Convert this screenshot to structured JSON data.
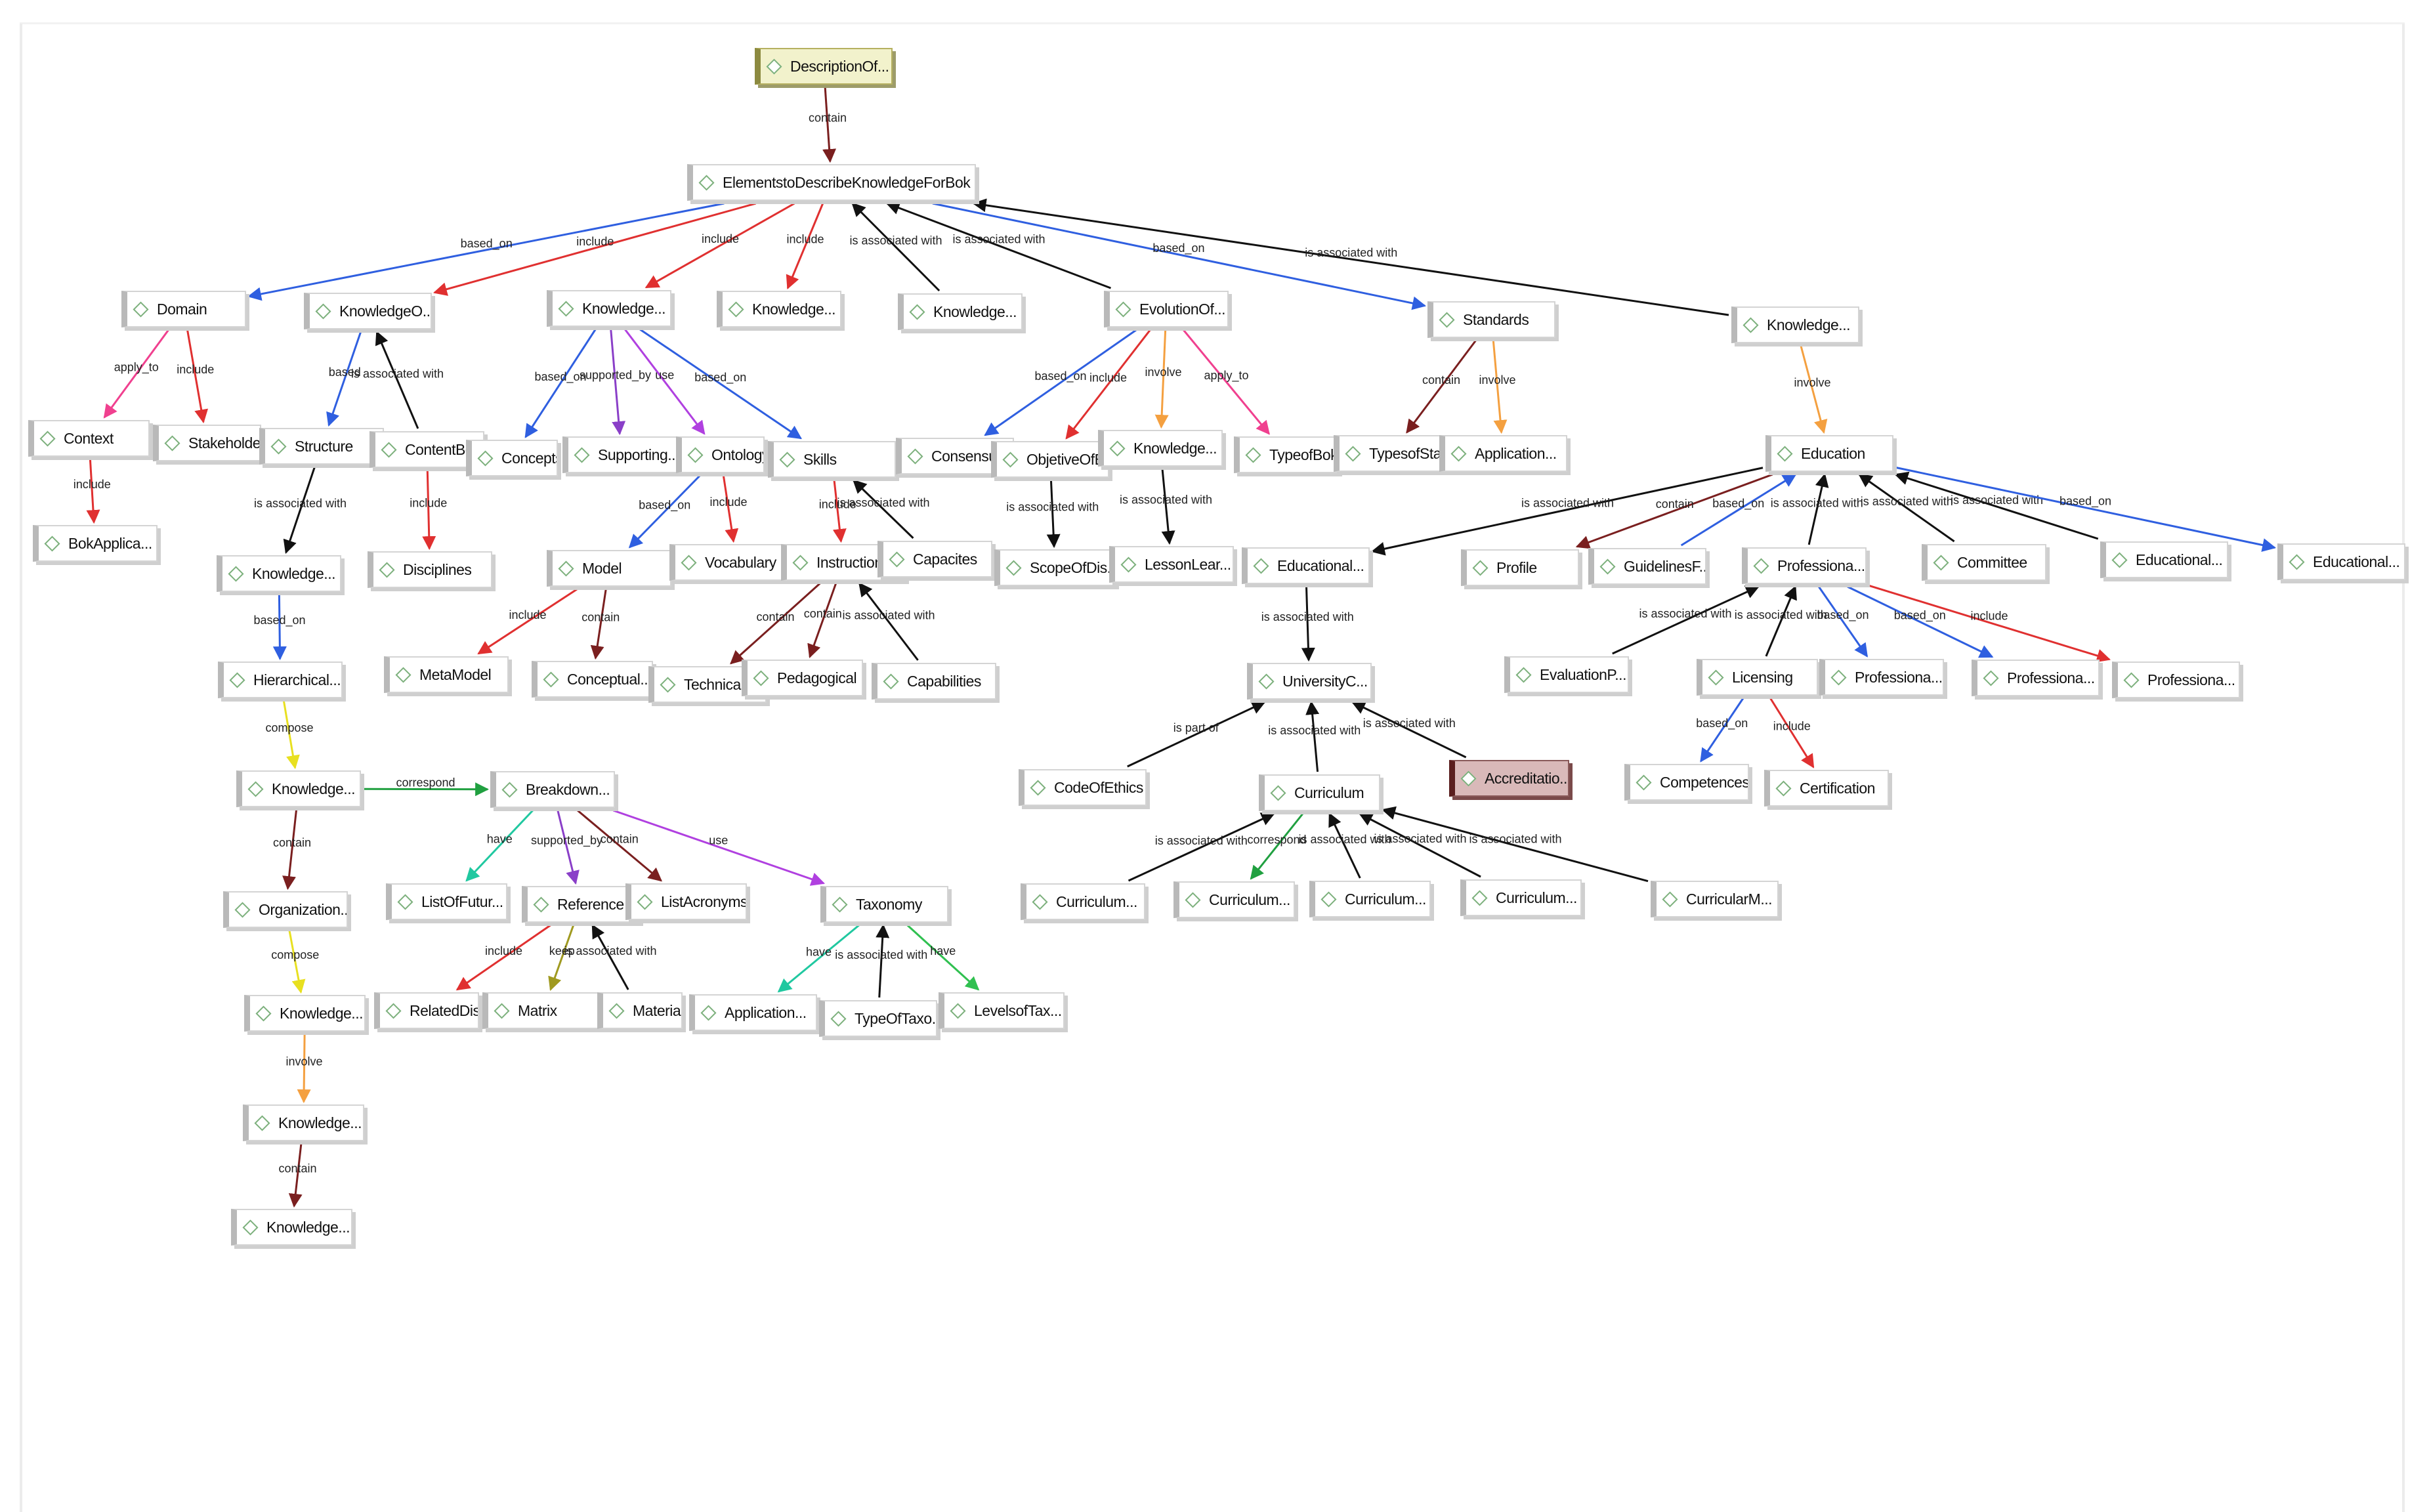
{
  "colors": {
    "red": "#e03030",
    "blue": "#2f5fe0",
    "black": "#111111",
    "pink": "#f0408f",
    "purple": "#8a3fc8",
    "violet": "#b040e0",
    "orange": "#f4a040",
    "brown": "#7a1f1f",
    "green": "#20a040",
    "yellow": "#e8e020",
    "olive": "#a09a20",
    "teal": "#20c8a0",
    "lime": "#30c050",
    "navy": "#1f3fa0"
  },
  "nodes": [
    {
      "id": "root",
      "label": "DescriptionOf...",
      "style": "root"
    },
    {
      "id": "elements",
      "label": "ElementstoDescribeKnowledgeForBok"
    },
    {
      "id": "domain",
      "label": "Domain"
    },
    {
      "id": "knowledgeO",
      "label": "KnowledgeO..."
    },
    {
      "id": "knowledge1",
      "label": "Knowledge..."
    },
    {
      "id": "knowledge2",
      "label": "Knowledge..."
    },
    {
      "id": "knowledge3",
      "label": "Knowledge..."
    },
    {
      "id": "evolutionOf",
      "label": "EvolutionOf..."
    },
    {
      "id": "standards",
      "label": "Standards"
    },
    {
      "id": "knowledge4",
      "label": "Knowledge..."
    },
    {
      "id": "context",
      "label": "Context"
    },
    {
      "id": "stakeholders",
      "label": "Stakeholders"
    },
    {
      "id": "structure",
      "label": "Structure"
    },
    {
      "id": "contentBok",
      "label": "ContentBok"
    },
    {
      "id": "concepts",
      "label": "Concepts"
    },
    {
      "id": "supporting",
      "label": "Supporting..."
    },
    {
      "id": "ontology",
      "label": "Ontology"
    },
    {
      "id": "skills",
      "label": "Skills"
    },
    {
      "id": "consensus",
      "label": "Consensus"
    },
    {
      "id": "objectiveOfB",
      "label": "ObjetiveOfB..."
    },
    {
      "id": "knowledge5",
      "label": "Knowledge..."
    },
    {
      "id": "typeofBok",
      "label": "TypeofBok"
    },
    {
      "id": "typesofSta",
      "label": "TypesofSta..."
    },
    {
      "id": "application1",
      "label": "Application..."
    },
    {
      "id": "education",
      "label": "Education"
    },
    {
      "id": "bokApplica",
      "label": "BokApplica..."
    },
    {
      "id": "knowledge6",
      "label": "Knowledge..."
    },
    {
      "id": "disciplines",
      "label": "Disciplines"
    },
    {
      "id": "model",
      "label": "Model"
    },
    {
      "id": "vocabulary",
      "label": "Vocabulary"
    },
    {
      "id": "instructiona",
      "label": "Instructiona..."
    },
    {
      "id": "capacites",
      "label": "Capacites"
    },
    {
      "id": "scopeOfDis",
      "label": "ScopeOfDis..."
    },
    {
      "id": "lessonLear",
      "label": "LessonLear..."
    },
    {
      "id": "educational1",
      "label": "Educational..."
    },
    {
      "id": "profile",
      "label": "Profile"
    },
    {
      "id": "guidelinesF",
      "label": "GuidelinesF..."
    },
    {
      "id": "professiona1",
      "label": "Professiona..."
    },
    {
      "id": "committee",
      "label": "Committee"
    },
    {
      "id": "educational2",
      "label": "Educational..."
    },
    {
      "id": "educational3",
      "label": "Educational..."
    },
    {
      "id": "metaModel",
      "label": "MetaModel"
    },
    {
      "id": "conceptual",
      "label": "Conceptual..."
    },
    {
      "id": "technical",
      "label": "Technical"
    },
    {
      "id": "pedagogical",
      "label": "Pedagogical"
    },
    {
      "id": "capabilities",
      "label": "Capabilities"
    },
    {
      "id": "hierarchical",
      "label": "Hierarchical..."
    },
    {
      "id": "universityC",
      "label": "UniversityC..."
    },
    {
      "id": "evaluationP",
      "label": "EvaluationP..."
    },
    {
      "id": "licensing",
      "label": "Licensing"
    },
    {
      "id": "professiona2",
      "label": "Professiona..."
    },
    {
      "id": "professiona3",
      "label": "Professiona..."
    },
    {
      "id": "professiona4",
      "label": "Professiona..."
    },
    {
      "id": "knowledge7",
      "label": "Knowledge..."
    },
    {
      "id": "breakdown",
      "label": "Breakdown..."
    },
    {
      "id": "codeOfEthics",
      "label": "CodeOfEthics"
    },
    {
      "id": "curriculum",
      "label": "Curriculum"
    },
    {
      "id": "accreditatio",
      "label": "Accreditatio...",
      "style": "selected"
    },
    {
      "id": "competences",
      "label": "Competences"
    },
    {
      "id": "certification",
      "label": "Certification"
    },
    {
      "id": "organization",
      "label": "Organization..."
    },
    {
      "id": "listOfFutur",
      "label": "ListOfFutur..."
    },
    {
      "id": "reference",
      "label": "Reference"
    },
    {
      "id": "listAcronyms",
      "label": "ListAcronyms"
    },
    {
      "id": "taxonomy",
      "label": "Taxonomy"
    },
    {
      "id": "curriculum1",
      "label": "Curriculum..."
    },
    {
      "id": "curriculum2",
      "label": "Curriculum..."
    },
    {
      "id": "curriculum3",
      "label": "Curriculum..."
    },
    {
      "id": "curriculum4",
      "label": "Curriculum..."
    },
    {
      "id": "curricularM",
      "label": "CurricularM..."
    },
    {
      "id": "knowledge8",
      "label": "Knowledge..."
    },
    {
      "id": "relatedDisc",
      "label": "RelatedDisc..."
    },
    {
      "id": "matrix",
      "label": "Matrix"
    },
    {
      "id": "material",
      "label": "Material"
    },
    {
      "id": "application2",
      "label": "Application..."
    },
    {
      "id": "typeOfTaxo",
      "label": "TypeOfTaxo..."
    },
    {
      "id": "levelsofTax",
      "label": "LevelsofTax..."
    },
    {
      "id": "knowledge9",
      "label": "Knowledge..."
    },
    {
      "id": "knowledge10",
      "label": "Knowledge..."
    }
  ],
  "edges": [
    {
      "from": "root",
      "to": "elements",
      "label": "contain",
      "color": "brown"
    },
    {
      "from": "elements",
      "to": "domain",
      "label": "based_on",
      "color": "blue"
    },
    {
      "from": "elements",
      "to": "knowledgeO",
      "label": "include",
      "color": "red"
    },
    {
      "from": "elements",
      "to": "knowledge1",
      "label": "include",
      "color": "red"
    },
    {
      "from": "elements",
      "to": "knowledge2",
      "label": "include",
      "color": "red"
    },
    {
      "from": "knowledge3",
      "to": "elements",
      "label": "is associated with",
      "color": "black"
    },
    {
      "from": "evolutionOf",
      "to": "elements",
      "label": "is associated with",
      "color": "black"
    },
    {
      "from": "elements",
      "to": "standards",
      "label": "based_on",
      "color": "blue"
    },
    {
      "from": "knowledge4",
      "to": "elements",
      "label": "is associated with",
      "color": "black"
    },
    {
      "from": "domain",
      "to": "context",
      "label": "apply_to",
      "color": "pink"
    },
    {
      "from": "domain",
      "to": "stakeholders",
      "label": "include",
      "color": "red"
    },
    {
      "from": "knowledgeO",
      "to": "structure",
      "label": "based",
      "color": "blue"
    },
    {
      "from": "contentBok",
      "to": "knowledgeO",
      "label": "is associated with",
      "color": "black"
    },
    {
      "from": "knowledge1",
      "to": "concepts",
      "label": "based_on",
      "color": "blue"
    },
    {
      "from": "knowledge1",
      "to": "supporting",
      "label": "supported_by",
      "color": "purple"
    },
    {
      "from": "knowledge1",
      "to": "ontology",
      "label": "use",
      "color": "violet"
    },
    {
      "from": "knowledge1",
      "to": "skills",
      "label": "based_on",
      "color": "blue"
    },
    {
      "from": "evolutionOf",
      "to": "consensus",
      "label": "based_on",
      "color": "blue"
    },
    {
      "from": "evolutionOf",
      "to": "objectiveOfB",
      "label": "include",
      "color": "red"
    },
    {
      "from": "evolutionOf",
      "to": "knowledge5",
      "label": "involve",
      "color": "orange"
    },
    {
      "from": "evolutionOf",
      "to": "typeofBok",
      "label": "apply_to",
      "color": "pink"
    },
    {
      "from": "standards",
      "to": "typesofSta",
      "label": "contain",
      "color": "brown"
    },
    {
      "from": "standards",
      "to": "application1",
      "label": "involve",
      "color": "orange"
    },
    {
      "from": "knowledge4",
      "to": "education",
      "label": "involve",
      "color": "orange"
    },
    {
      "from": "context",
      "to": "bokApplica",
      "label": "include",
      "color": "red"
    },
    {
      "from": "structure",
      "to": "knowledge6",
      "label": "is associated with",
      "color": "black"
    },
    {
      "from": "contentBok",
      "to": "disciplines",
      "label": "include",
      "color": "red"
    },
    {
      "from": "ontology",
      "to": "model",
      "label": "based_on",
      "color": "blue"
    },
    {
      "from": "ontology",
      "to": "vocabulary",
      "label": "include",
      "color": "red"
    },
    {
      "from": "skills",
      "to": "instructiona",
      "label": "include",
      "color": "red"
    },
    {
      "from": "capacites",
      "to": "skills",
      "label": "is associated with",
      "color": "black"
    },
    {
      "from": "objectiveOfB",
      "to": "scopeOfDis",
      "label": "is associated with",
      "color": "black"
    },
    {
      "from": "knowledge5",
      "to": "lessonLear",
      "label": "is associated with",
      "color": "black"
    },
    {
      "from": "education",
      "to": "educational1",
      "label": "is associated with",
      "color": "black"
    },
    {
      "from": "education",
      "to": "profile",
      "label": "contain",
      "color": "brown"
    },
    {
      "from": "guidelinesF",
      "to": "education",
      "label": "based_on",
      "color": "blue"
    },
    {
      "from": "professiona1",
      "to": "education",
      "label": "is associated with",
      "color": "black"
    },
    {
      "from": "committee",
      "to": "education",
      "label": "is associated with",
      "color": "black"
    },
    {
      "from": "educational2",
      "to": "education",
      "label": "is associated with",
      "color": "black"
    },
    {
      "from": "education",
      "to": "educational3",
      "label": "based_on",
      "color": "blue"
    },
    {
      "from": "model",
      "to": "metaModel",
      "label": "include",
      "color": "red"
    },
    {
      "from": "model",
      "to": "conceptual",
      "label": "contain",
      "color": "brown"
    },
    {
      "from": "instructiona",
      "to": "technical",
      "label": "contain",
      "color": "brown"
    },
    {
      "from": "instructiona",
      "to": "pedagogical",
      "label": "contain",
      "color": "brown"
    },
    {
      "from": "capabilities",
      "to": "instructiona",
      "label": "is associated with",
      "color": "black"
    },
    {
      "from": "knowledge6",
      "to": "hierarchical",
      "label": "based_on",
      "color": "blue"
    },
    {
      "from": "educational1",
      "to": "universityC",
      "label": "is associated with",
      "color": "black"
    },
    {
      "from": "evaluationP",
      "to": "professiona1",
      "label": "is associated with",
      "color": "black"
    },
    {
      "from": "licensing",
      "to": "professiona1",
      "label": "is associated with",
      "color": "black"
    },
    {
      "from": "professiona1",
      "to": "professiona2",
      "label": "based_on",
      "color": "blue"
    },
    {
      "from": "professiona1",
      "to": "professiona3",
      "label": "based_on",
      "color": "blue"
    },
    {
      "from": "professiona1",
      "to": "professiona4",
      "label": "include",
      "color": "red"
    },
    {
      "from": "hierarchical",
      "to": "knowledge7",
      "label": "compose",
      "color": "yellow"
    },
    {
      "from": "knowledge7",
      "to": "breakdown",
      "label": "correspond",
      "color": "green"
    },
    {
      "from": "codeOfEthics",
      "to": "universityC",
      "label": "is part of",
      "color": "black"
    },
    {
      "from": "curriculum",
      "to": "universityC",
      "label": "is associated with",
      "color": "black"
    },
    {
      "from": "accreditatio",
      "to": "universityC",
      "label": "is associated with",
      "color": "black"
    },
    {
      "from": "licensing",
      "to": "competences",
      "label": "based_on",
      "color": "blue"
    },
    {
      "from": "licensing",
      "to": "certification",
      "label": "include",
      "color": "red"
    },
    {
      "from": "knowledge7",
      "to": "organization",
      "label": "contain",
      "color": "brown"
    },
    {
      "from": "breakdown",
      "to": "listOfFutur",
      "label": "have",
      "color": "teal"
    },
    {
      "from": "breakdown",
      "to": "reference",
      "label": "supported_by",
      "color": "purple"
    },
    {
      "from": "breakdown",
      "to": "listAcronyms",
      "label": "contain",
      "color": "brown"
    },
    {
      "from": "breakdown",
      "to": "taxonomy",
      "label": "use",
      "color": "violet"
    },
    {
      "from": "curriculum1",
      "to": "curriculum",
      "label": "is associated with",
      "color": "black"
    },
    {
      "from": "curriculum",
      "to": "curriculum2",
      "label": "correspond",
      "color": "green"
    },
    {
      "from": "curriculum3",
      "to": "curriculum",
      "label": "is associated with",
      "color": "black"
    },
    {
      "from": "curriculum4",
      "to": "curriculum",
      "label": "is associated with",
      "color": "black"
    },
    {
      "from": "curricularM",
      "to": "curriculum",
      "label": "is associated with",
      "color": "black"
    },
    {
      "from": "organization",
      "to": "knowledge8",
      "label": "compose",
      "color": "yellow"
    },
    {
      "from": "reference",
      "to": "relatedDisc",
      "label": "include",
      "color": "red"
    },
    {
      "from": "reference",
      "to": "matrix",
      "label": "keep",
      "color": "olive"
    },
    {
      "from": "material",
      "to": "reference",
      "label": "is associated with",
      "color": "black"
    },
    {
      "from": "taxonomy",
      "to": "application2",
      "label": "have",
      "color": "teal"
    },
    {
      "from": "typeOfTaxo",
      "to": "taxonomy",
      "label": "is associated with",
      "color": "black"
    },
    {
      "from": "taxonomy",
      "to": "levelsofTax",
      "label": "have",
      "color": "lime"
    },
    {
      "from": "knowledge8",
      "to": "knowledge9",
      "label": "involve",
      "color": "orange"
    },
    {
      "from": "knowledge9",
      "to": "knowledge10",
      "label": "contain",
      "color": "brown"
    }
  ]
}
